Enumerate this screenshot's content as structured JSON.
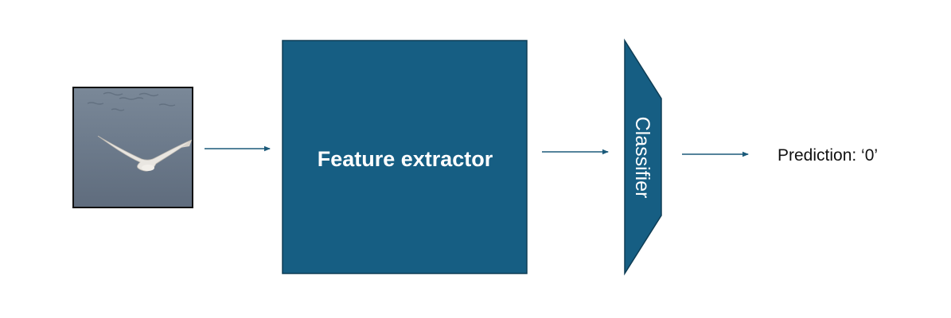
{
  "diagram": {
    "feature_extractor_label": "Feature extractor",
    "classifier_label": "Classifier",
    "prediction_label": "Prediction: ‘0’",
    "input_image_icon": "bird-photo-icon",
    "colors": {
      "block_fill": "#165e83",
      "block_stroke": "#0e3d55",
      "arrow": "#1b5a7a",
      "water": "#6e7d8e",
      "bird": "#e9e6e1",
      "image_border": "#111111"
    }
  }
}
